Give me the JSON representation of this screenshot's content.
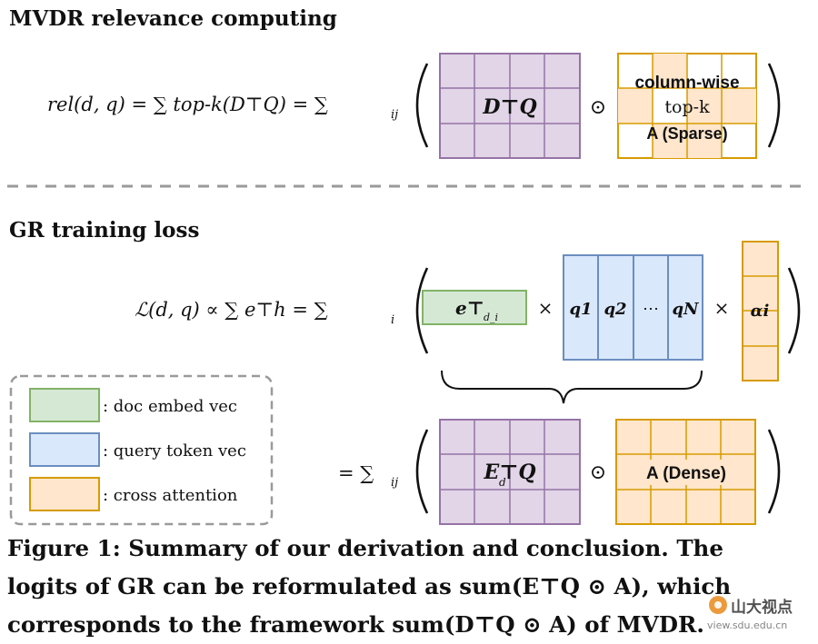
{
  "section1": {
    "title": "MVDR relevance computing",
    "eq_lhs": "rel(d, q) = ∑ top-k(D⊤Q) = ∑",
    "eq_sub": "ij",
    "matrix_label": "D⊤Q",
    "mask_line1": "column-wise",
    "mask_line2": "top-k",
    "mask_line3": "A (Sparse)",
    "op": "⊙"
  },
  "section2": {
    "title": "GR training loss",
    "eq_lhs": "ℒ(d, q) ∝ ∑ e⊤h = ∑",
    "eq_sub": "i",
    "doc_vec": "e⊤",
    "doc_sub": "d_i",
    "times": "×",
    "query_cols": [
      "q1",
      "q2",
      "⋯",
      "qN"
    ],
    "alpha": "αi",
    "eq2_lhs": "= ∑",
    "eq2_sub": "ij",
    "matrix_label": "E⊤Q",
    "matrix_sub": "d",
    "dense_label": "A (Dense)",
    "op": "⊙"
  },
  "legend": [
    {
      "label": ": doc embed vec",
      "color": "#d5e8d4",
      "border": "#82b366"
    },
    {
      "label": ": query token vec",
      "color": "#dae8fc",
      "border": "#6c8ebf"
    },
    {
      "label": ": cross attention",
      "color": "#ffe6cc",
      "border": "#d79b00"
    }
  ],
  "caption": {
    "line1": "Figure 1: Summary of our derivation and conclusion. The",
    "line2": "logits of GR can be reformulated as sum(E⊤Q ⊙ A), which",
    "line3": "corresponds to the framework sum(D⊤Q ⊙ A) of MVDR."
  },
  "watermark": {
    "text": "山大视点",
    "url": "view.sdu.edu.cn"
  },
  "colors": {
    "purple_fill": "#e1d5e7",
    "purple_border": "#9673a6",
    "orange_fill": "#ffe6cc",
    "orange_border": "#d79b00",
    "green_fill": "#d5e8d4",
    "green_border": "#82b366",
    "blue_fill": "#dae8fc",
    "blue_border": "#6c8ebf"
  }
}
